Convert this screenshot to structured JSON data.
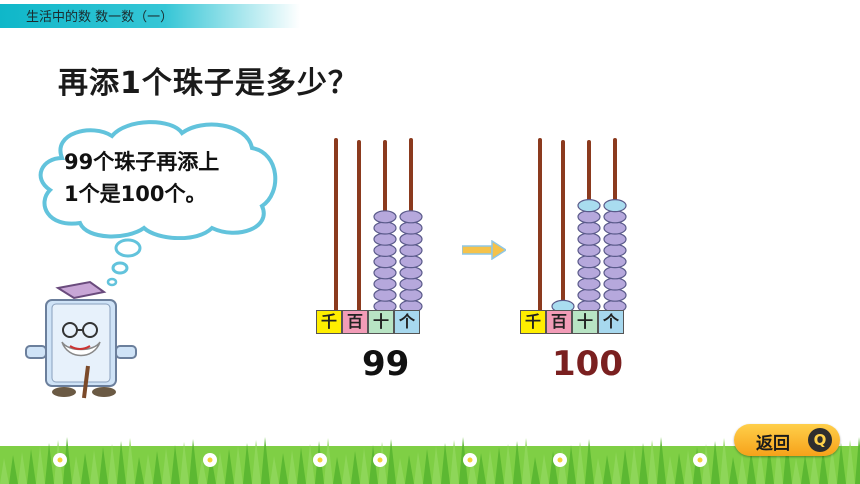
{
  "header": {
    "title": "生活中的数  数一数（一）"
  },
  "question": "再添1个珠子是多少？",
  "speech_bubble": {
    "line1": "99个珠子再添上",
    "line2": "1个是100个。"
  },
  "abacus_left": {
    "places": [
      "千",
      "百",
      "十",
      "个"
    ],
    "beads": [
      0,
      0,
      9,
      9
    ],
    "number": "99"
  },
  "abacus_right": {
    "places": [
      "千",
      "百",
      "十",
      "个"
    ],
    "beads": [
      0,
      1,
      10,
      10
    ],
    "number": "100"
  },
  "back_button": {
    "label": "返回",
    "icon": "q-circle-icon"
  },
  "colors": {
    "bead_purple": "#b6a8dc",
    "bead_blue": "#a9dcef",
    "rod": "#8b3a1e",
    "place_thousands": "#ffee00",
    "place_hundreds": "#f29cb7",
    "place_tens": "#b8e4c4",
    "place_ones": "#a7d8ee",
    "number_left": "#111111",
    "number_right": "#7a2020",
    "accent": "#12b5c8"
  }
}
